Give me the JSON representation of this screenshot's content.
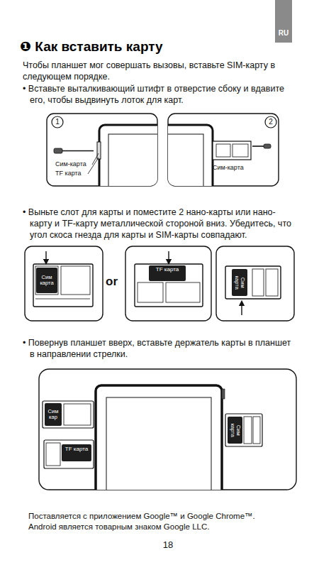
{
  "diagram": {
    "title": "❶ Как вставить карту",
    "nodes": [
      {
        "text": [
          "RU"
        ]
      },
      {
        "text": [
          "Сим карта"
        ]
      },
      {
        "text": [
          "TF карта"
        ]
      },
      {
        "text": [
          "Сим карта"
        ]
      },
      {
        "text": [
          "Сим кар"
        ]
      },
      {
        "text": [
          "TF карта"
        ]
      },
      {
        "text": [
          "Сим карта"
        ]
      }
    ],
    "labels": [
      "Чтобы планшет мог совершать вызовы, вставьте SIM-карту в следующем порядке.",
      "• Вставьте выталкивающий штифт в отверстие сбоку и вдавите его, чтобы выдвинуть лоток для карт.",
      "1",
      "Сим-карта",
      "TF карта",
      "2",
      "Сим-карта",
      "• Выньте слот для карты и поместите 2 нано-карты или нано-карту и TF-карту металлической стороной вниз. Убедитесь, что угол скоса гнезда для карты и SIM-карты совпадают.",
      "or",
      "• Повернув планшет вверх, вставьте держатель карты в планшет в направлении стрелки.",
      "Поставляется с приложением Google™ и Google Chrome™. Android является товарным знаком Google LLC.",
      "18"
    ]
  }
}
